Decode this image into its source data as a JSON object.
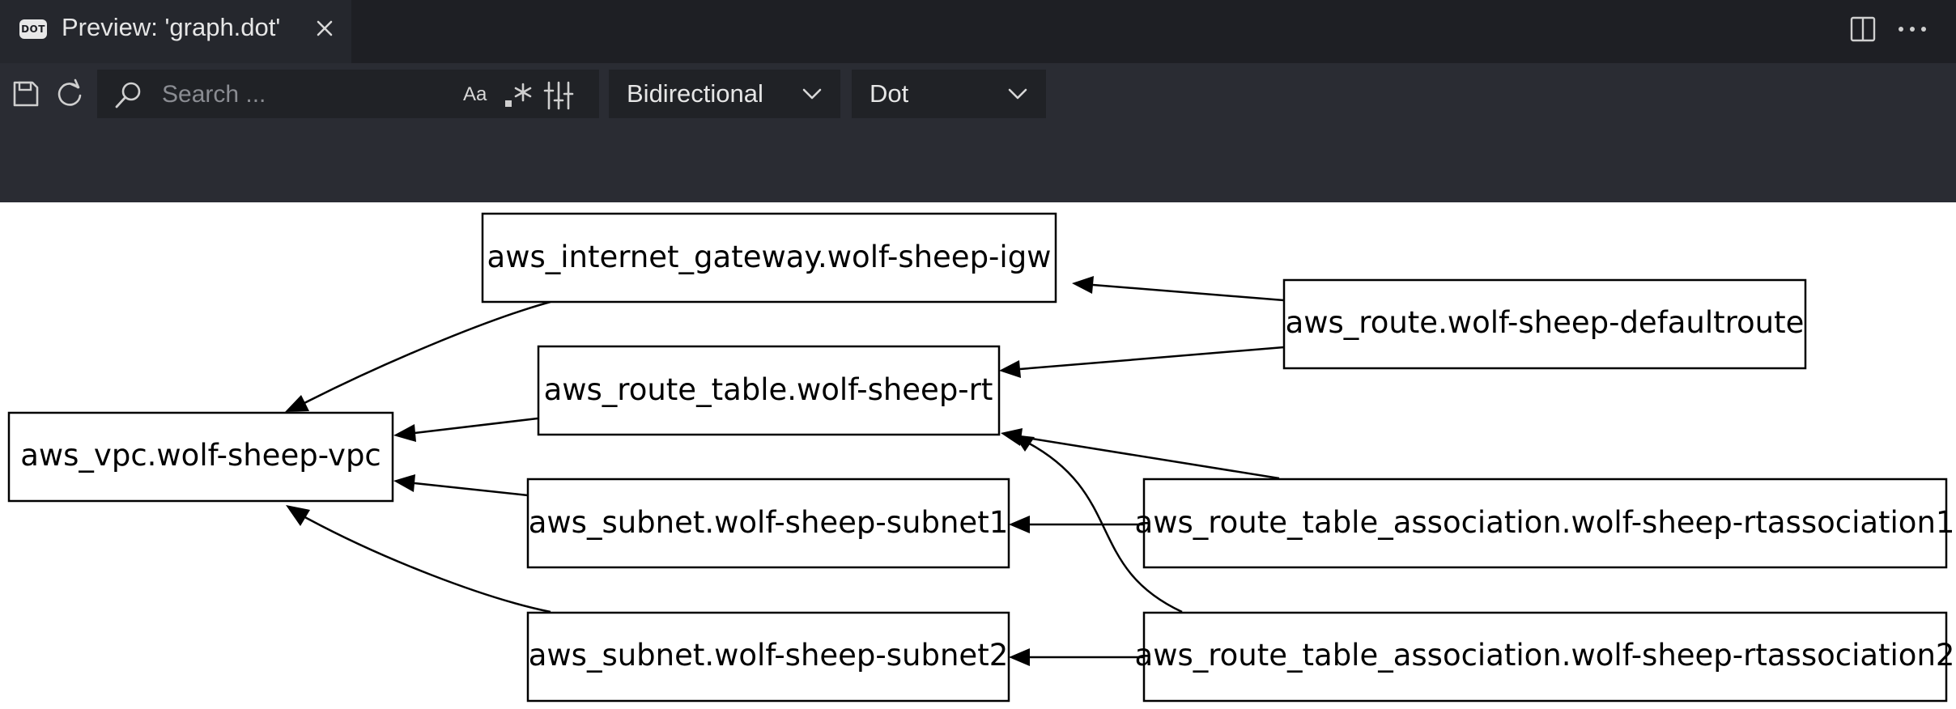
{
  "tab": {
    "icon_text": "DOT",
    "title": "Preview: 'graph.dot'"
  },
  "toolbar": {
    "search_placeholder": "Search ...",
    "match_case_label": "Aa",
    "direction_value": "Bidirectional",
    "engine_value": "Dot"
  },
  "graph": {
    "nodes": {
      "igw": "aws_internet_gateway.wolf-sheep-igw",
      "defaultroute": "aws_route.wolf-sheep-defaultroute",
      "rt": "aws_route_table.wolf-sheep-rt",
      "vpc": "aws_vpc.wolf-sheep-vpc",
      "subnet1": "aws_subnet.wolf-sheep-subnet1",
      "rtassociation1": "aws_route_table_association.wolf-sheep-rtassociation1",
      "subnet2": "aws_subnet.wolf-sheep-subnet2",
      "rtassociation2": "aws_route_table_association.wolf-sheep-rtassociation2"
    },
    "edges": [
      {
        "from": "igw",
        "to": "vpc"
      },
      {
        "from": "rt",
        "to": "vpc"
      },
      {
        "from": "subnet1",
        "to": "vpc"
      },
      {
        "from": "subnet2",
        "to": "vpc"
      },
      {
        "from": "defaultroute",
        "to": "igw"
      },
      {
        "from": "defaultroute",
        "to": "rt"
      },
      {
        "from": "rtassociation1",
        "to": "rt"
      },
      {
        "from": "rtassociation1",
        "to": "subnet1"
      },
      {
        "from": "rtassociation2",
        "to": "rt"
      },
      {
        "from": "rtassociation2",
        "to": "subnet2"
      }
    ]
  }
}
